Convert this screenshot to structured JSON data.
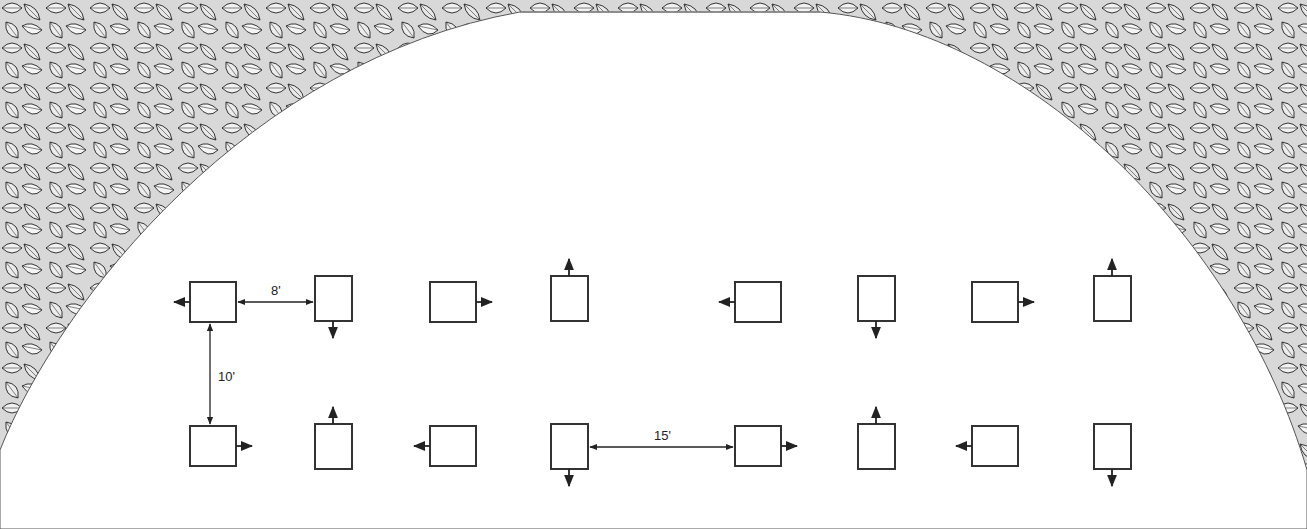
{
  "diagram": {
    "labels": [
      "8'",
      "10'",
      "15'"
    ]
  }
}
